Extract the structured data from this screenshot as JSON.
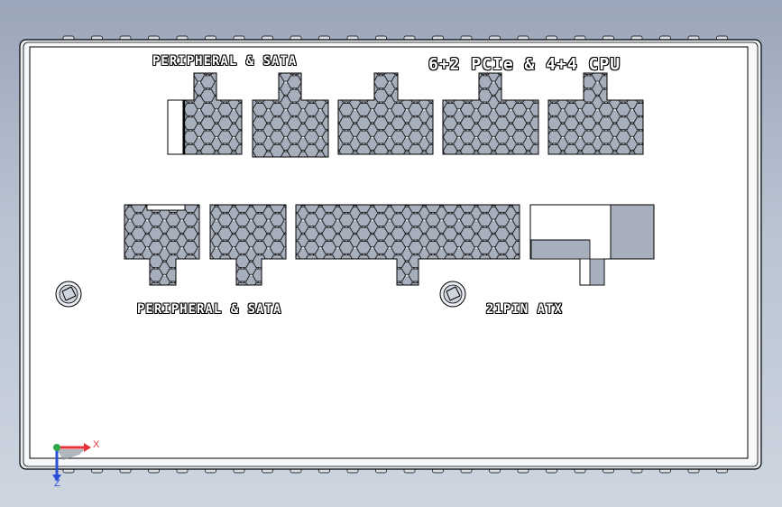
{
  "labels": {
    "top_left": "PERIPHERAL & SATA",
    "top_right": "6+2 PCIe & 4+4 CPU",
    "bottom_left": "PERIPHERAL & SATA",
    "bottom_right": "21PIN ATX"
  },
  "triad": {
    "x": "X",
    "z": "Z"
  },
  "colors": {
    "panel": "#ffffff",
    "hex_fill": "#a7afbd",
    "solid_fill": "#a7afbd",
    "outline": "#000000",
    "axis_x": "#e8323a",
    "axis_y": "#2ea84a",
    "axis_z": "#2b4fd8"
  },
  "icons": [
    "screw-icon",
    "screw-icon",
    "axis-triad-icon"
  ]
}
